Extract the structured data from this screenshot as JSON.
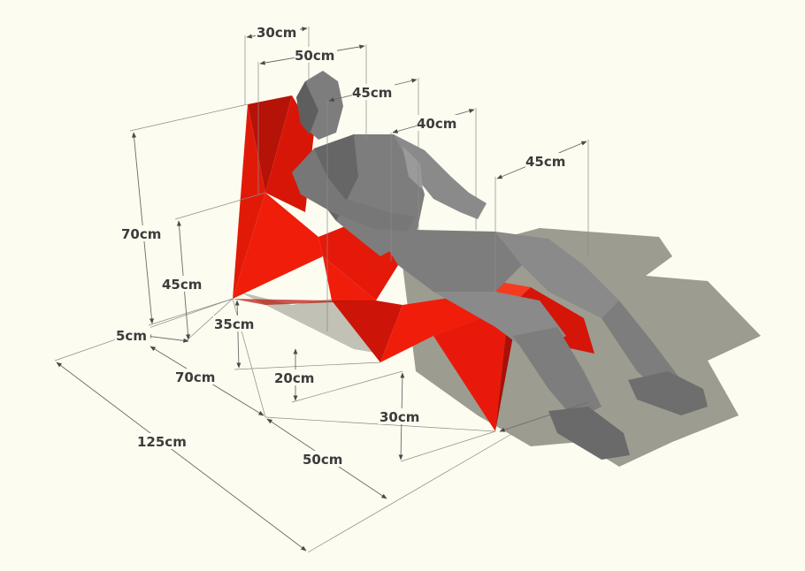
{
  "colors": {
    "background": "#fdfcf0",
    "chair_main": "#f01d0a",
    "chair_dark": "#b51208",
    "chair_shadow_side": "#d81608",
    "figure": "#7d7d7d",
    "figure_dark": "#5e5e5e",
    "figure_light": "#9a9a9a",
    "floor_shadow": "#8b8b80",
    "dimension": "#3c3c3c"
  },
  "dimensions": [
    {
      "id": "top-width-30",
      "label": "30cm"
    },
    {
      "id": "top-width-50",
      "label": "50cm"
    },
    {
      "id": "seat-depth-45-upper",
      "label": "45cm"
    },
    {
      "id": "seat-depth-40",
      "label": "40cm"
    },
    {
      "id": "seat-depth-45-front",
      "label": "45cm"
    },
    {
      "id": "back-height-70",
      "label": "70cm"
    },
    {
      "id": "back-height-45",
      "label": "45cm"
    },
    {
      "id": "offset-35",
      "label": "35cm"
    },
    {
      "id": "offset-5",
      "label": "5cm"
    },
    {
      "id": "base-70",
      "label": "70cm"
    },
    {
      "id": "height-20",
      "label": "20cm"
    },
    {
      "id": "total-length-125",
      "label": "125cm"
    },
    {
      "id": "front-30",
      "label": "30cm"
    },
    {
      "id": "base-50",
      "label": "50cm"
    }
  ]
}
